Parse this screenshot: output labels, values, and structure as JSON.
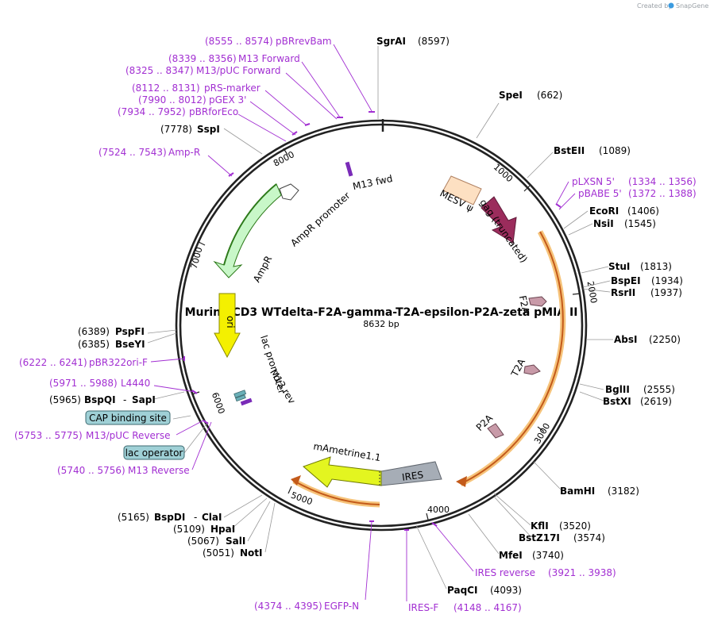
{
  "credit": {
    "text": "Created by",
    "brand": "SnapGene"
  },
  "plasmid": {
    "name": "Murine CD3 WTdelta-F2A-gamma-T2A-epsilon-P2A-zeta pMIA II",
    "size": "8632 bp"
  },
  "ticks": [
    "1000",
    "2000",
    "3000",
    "4000",
    "5000",
    "6000",
    "7000",
    "8000"
  ],
  "features": {
    "mesv": "MESV ψ",
    "gag": "gag (truncated)",
    "f2a": "F2A",
    "t2a": "T2A",
    "p2a": "P2A",
    "ires": "IRES",
    "mametrine": "mAmetrine1.1",
    "m13fwd": "M13 fwd",
    "ampr_promoter": "AmpR promoter",
    "ampr": "AmpR",
    "ori": "ori",
    "lac_promoter": "lac promoter",
    "m13rev": "M13 rev",
    "cap": "CAP binding site",
    "lac_operator": "lac operator"
  },
  "sites": [
    {
      "name": "SgrAI",
      "pos": "(8597)"
    },
    {
      "name": "SpeI",
      "pos": "(662)"
    },
    {
      "name": "BstEII",
      "pos": "(1089)"
    },
    {
      "name": "EcoRI",
      "pos": "(1406)"
    },
    {
      "name": "NsiI",
      "pos": "(1545)"
    },
    {
      "name": "StuI",
      "pos": "(1813)"
    },
    {
      "name": "BspEI",
      "pos": "(1934)"
    },
    {
      "name": "RsrII",
      "pos": "(1937)"
    },
    {
      "name": "AbsI",
      "pos": "(2250)"
    },
    {
      "name": "BglII",
      "pos": "(2555)"
    },
    {
      "name": "BstXI",
      "pos": "(2619)"
    },
    {
      "name": "BamHI",
      "pos": "(3182)"
    },
    {
      "name": "KflI",
      "pos": "(3520)"
    },
    {
      "name": "BstZ17I",
      "pos": "(3574)"
    },
    {
      "name": "MfeI",
      "pos": "(3740)"
    },
    {
      "name": "PaqCI",
      "pos": "(4093)"
    },
    {
      "name": "SspI",
      "pos": "(7778)"
    },
    {
      "name": "PspFI",
      "pos": "(6389)"
    },
    {
      "name": "BseYI",
      "pos": "(6385)"
    },
    {
      "name": "BspQI",
      "pos": "(5965)"
    },
    {
      "name": "SapI",
      "pos": ""
    },
    {
      "name": "BspDI",
      "pos": "(5165)"
    },
    {
      "name": "ClaI",
      "pos": ""
    },
    {
      "name": "HpaI",
      "pos": "(5109)"
    },
    {
      "name": "SalI",
      "pos": "(5067)"
    },
    {
      "name": "NotI",
      "pos": "(5051)"
    }
  ],
  "primers": [
    {
      "name": "pBRrevBam",
      "range": "(8555 .. 8574)"
    },
    {
      "name": "M13 Forward",
      "range": "(8339 .. 8356)"
    },
    {
      "name": "M13/pUC Forward",
      "range": "(8325 .. 8347)"
    },
    {
      "name": "pRS-marker",
      "range": "(8112 .. 8131)"
    },
    {
      "name": "pGEX 3'",
      "range": "(7990 .. 8012)"
    },
    {
      "name": "pBRforEco",
      "range": "(7934 .. 7952)"
    },
    {
      "name": "Amp-R",
      "range": "(7524 .. 7543)"
    },
    {
      "name": "pLXSN 5'",
      "range": "(1334 .. 1356)"
    },
    {
      "name": "pBABE 5'",
      "range": "(1372 .. 1388)"
    },
    {
      "name": "pBR322ori-F",
      "range": "(6222 .. 6241)"
    },
    {
      "name": "L4440",
      "range": "(5971 .. 5988)"
    },
    {
      "name": "M13/pUC Reverse",
      "range": "(5753 .. 5775)"
    },
    {
      "name": "M13 Reverse",
      "range": "(5740 .. 5756)"
    },
    {
      "name": "IRES reverse",
      "range": "(3921 .. 3938)"
    },
    {
      "name": "EGFP-N",
      "range": "(4374 .. 4395)"
    },
    {
      "name": "IRES-F",
      "range": "(4148 .. 4167)"
    }
  ],
  "colors": {
    "primer": "#a22fd2",
    "backbone": "#222222",
    "mesv": "#fde0c2",
    "gag": "#9b2c5c",
    "orf_highlight": "#f6c37a",
    "orf_arrow": "#c35a1a",
    "mametrine": "#e3f520",
    "ires": "#a6adb6",
    "ampr": "#c8f7c8",
    "ampr_outline": "#2d7a1a",
    "ori": "#f4f000",
    "ttag": "#c89aa8",
    "lac_operator_box": "#9fd0d6"
  }
}
